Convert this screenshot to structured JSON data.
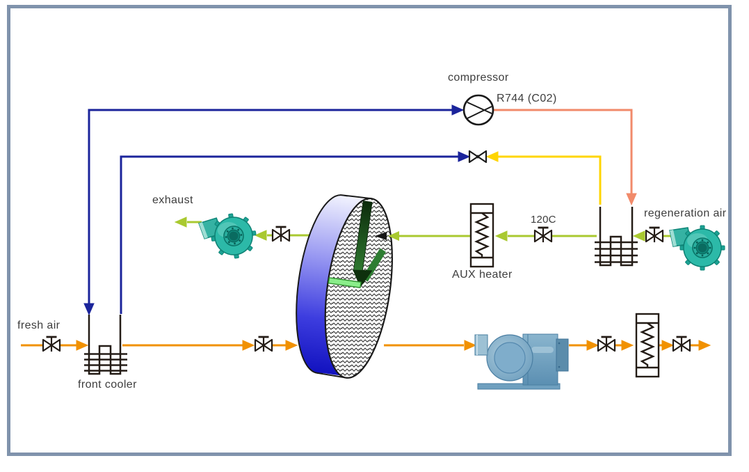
{
  "labels": {
    "compressor": "compressor",
    "refrigerant": "R744 (C02)",
    "exhaust": "exhaust",
    "regeneration_air": "regeneration air",
    "valve_temperature": "120C",
    "aux_heater": "AUX heater",
    "fresh_air": "fresh air",
    "front_cooler": "front cooler"
  },
  "colors": {
    "co2_suction_line": "#1b249b",
    "co2_discharge_line": "#f18a6a",
    "co2_return_line": "#ffd500",
    "regeneration_line": "#a9c930",
    "process_air_line": "#f19100",
    "equipment_stroke": "#241c16",
    "fan_teal": "#2cb9a8",
    "blower_blue": "#6fa3c2",
    "wheel_blue": "#1f1fd0",
    "frame_border": "#8093ac",
    "text": "#3d3d3d"
  },
  "components": [
    {
      "id": "compressor",
      "type": "compressor",
      "label": "compressor"
    },
    {
      "id": "front-cooler",
      "type": "coil-heat-exchanger",
      "label": "front cooler"
    },
    {
      "id": "regeneration-heat-exchanger",
      "type": "coil-heat-exchanger",
      "label": ""
    },
    {
      "id": "aux-heater",
      "type": "electric-heater",
      "label": "AUX heater"
    },
    {
      "id": "process-heater",
      "type": "electric-heater",
      "label": ""
    },
    {
      "id": "desiccant-wheel",
      "type": "rotary-wheel",
      "label": ""
    },
    {
      "id": "exhaust-fan",
      "type": "centrifugal-fan",
      "label": "exhaust"
    },
    {
      "id": "regeneration-air-fan",
      "type": "centrifugal-fan",
      "label": "regeneration air"
    },
    {
      "id": "process-air-blower",
      "type": "blower",
      "label": ""
    },
    {
      "id": "expansion-valve",
      "type": "plain-valve",
      "label": ""
    },
    {
      "id": "valve-fresh-air",
      "type": "globe-valve",
      "label": "fresh air"
    },
    {
      "id": "valve-pre-wheel",
      "type": "globe-valve",
      "label": ""
    },
    {
      "id": "valve-post-blower",
      "type": "globe-valve",
      "label": ""
    },
    {
      "id": "valve-outlet",
      "type": "globe-valve",
      "label": ""
    },
    {
      "id": "valve-exhaust",
      "type": "globe-valve",
      "label": ""
    },
    {
      "id": "valve-120c",
      "type": "globe-valve",
      "label": "120C"
    },
    {
      "id": "valve-regen-fan",
      "type": "globe-valve",
      "label": ""
    }
  ]
}
